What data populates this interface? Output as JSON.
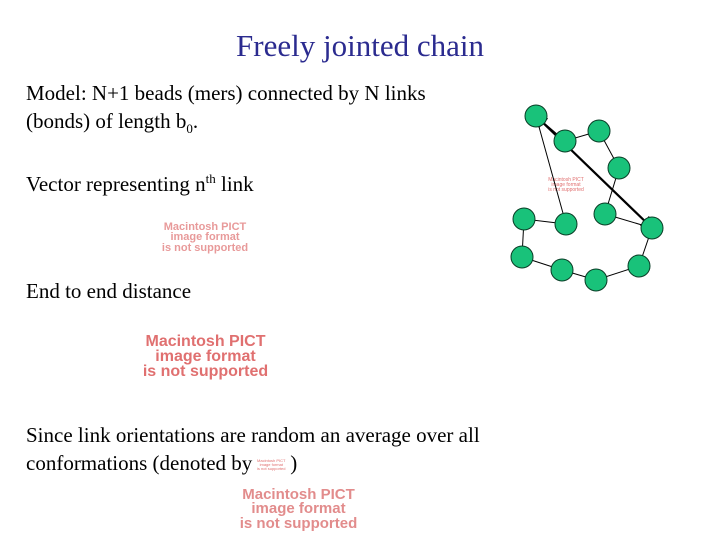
{
  "slide": {
    "title": "Freely jointed chain",
    "model_line1": "Model: N+1 beads (mers) connected by N links",
    "model_line2_prefix": "(bonds) of length b",
    "model_line2_sub": "0",
    "model_line2_suffix": ".",
    "vector_prefix": "Vector representing n",
    "vector_sup": "th",
    "vector_suffix": " link",
    "end_to_end": "End to end distance",
    "since_line1": "Since link orientations are random an average over all",
    "since_line2_prefix": "conformations  (denoted by",
    "since_line2_suffix": ")"
  },
  "placeholder": {
    "line1": "Macintosh PICT",
    "line2": "image format",
    "line3": "is not supported"
  },
  "colors": {
    "title": "#2b2b8f",
    "bead_fill": "#19c27a",
    "bead_stroke": "#0a3d26",
    "placeholder_text": "#e07070"
  }
}
